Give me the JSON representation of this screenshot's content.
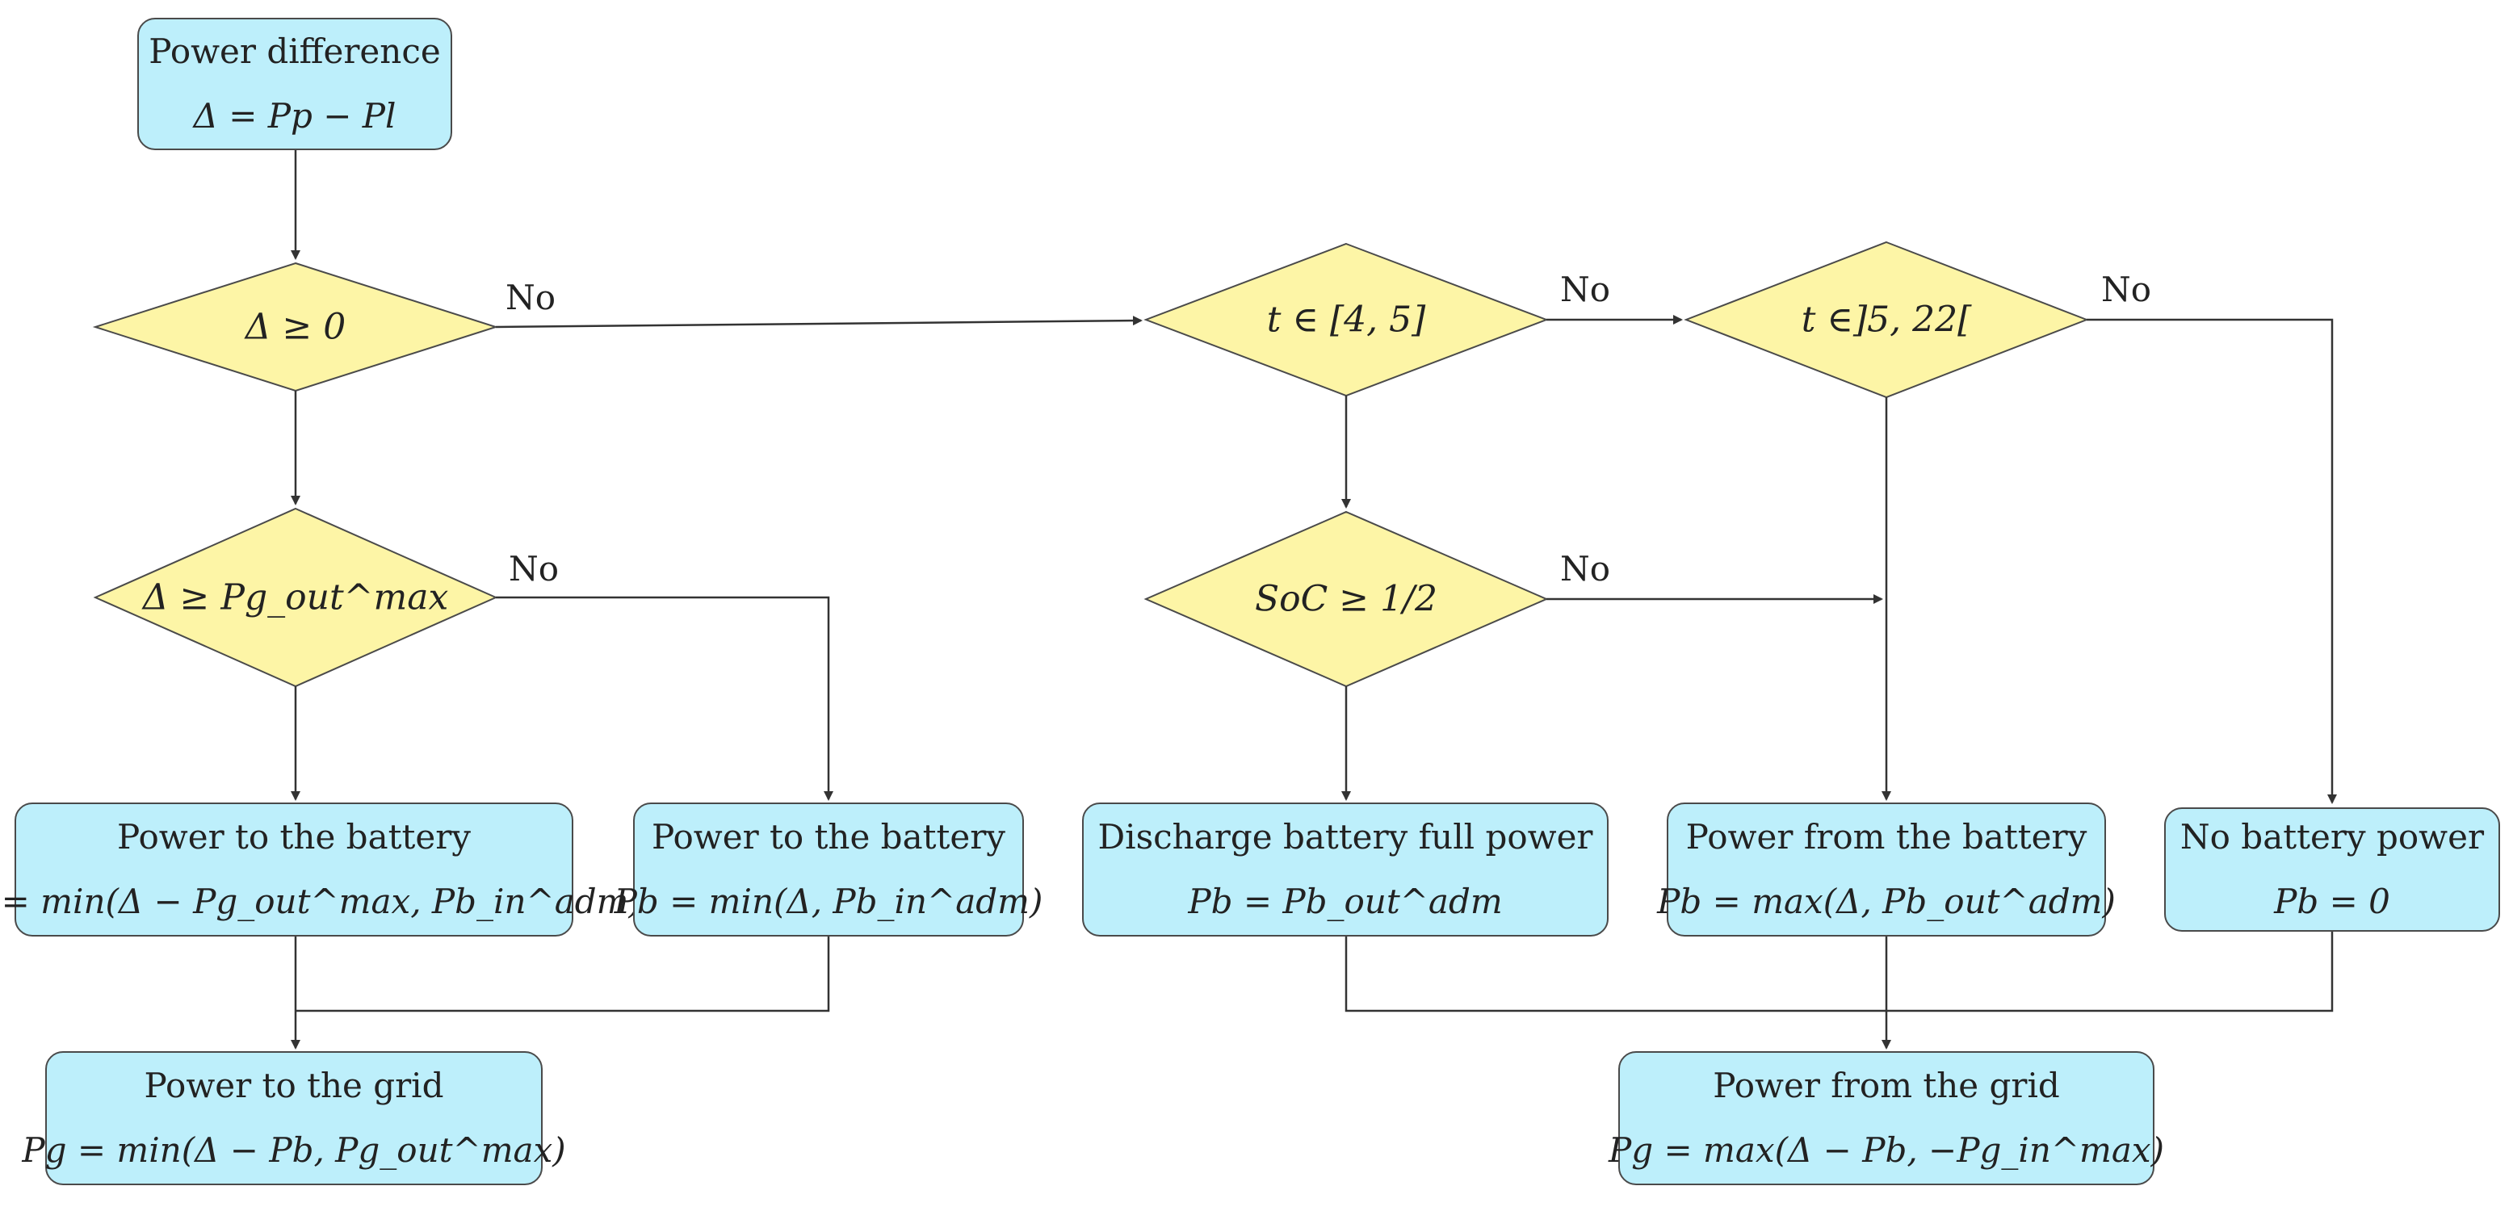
{
  "nodes": {
    "power_difference": {
      "title": "Power difference",
      "formula": "Δ = Pp − Pl"
    },
    "charge_excess": {
      "title": "Power to the battery",
      "formula": "Pb = min(Δ − Pg_out^max, Pb_in^adm)"
    },
    "charge_all": {
      "title": "Power to the battery",
      "formula": "Pb = min(Δ, Pb_in^adm)"
    },
    "grid_out": {
      "title": "Power to the grid",
      "formula": "Pg = min(Δ − Pb, Pg_out^max)"
    },
    "discharge_full": {
      "title": "Discharge battery full power",
      "formula": "Pb = Pb_out^adm"
    },
    "from_battery": {
      "title": "Power from the battery",
      "formula": "Pb = max(Δ, Pb_out^adm)"
    },
    "no_battery": {
      "title": "No battery power",
      "formula": "Pb = 0"
    },
    "grid_in": {
      "title": "Power from the grid",
      "formula": "Pg = max(Δ − Pb, −Pg_in^max)"
    }
  },
  "decisions": {
    "delta_nonneg": {
      "text": "Δ ≥ 0"
    },
    "delta_ge_pgmax": {
      "text": "Δ ≥ Pg_out^max"
    },
    "t_4_5": {
      "text": "t ∈ [4, 5]"
    },
    "soc_half": {
      "text": "SoC ≥ 1/2"
    },
    "t_5_22": {
      "text": "t ∈]5, 22["
    }
  },
  "edge_labels": {
    "no_delta_nonneg": "No",
    "no_delta_ge_pgmax": "No",
    "no_t_4_5": "No",
    "no_soc_half": "No",
    "no_t_5_22": "No"
  },
  "colors": {
    "process_fill": "#bdeffb",
    "decision_fill": "#fdf5a6",
    "stroke": "#4a4a4a",
    "text": "#222222"
  }
}
